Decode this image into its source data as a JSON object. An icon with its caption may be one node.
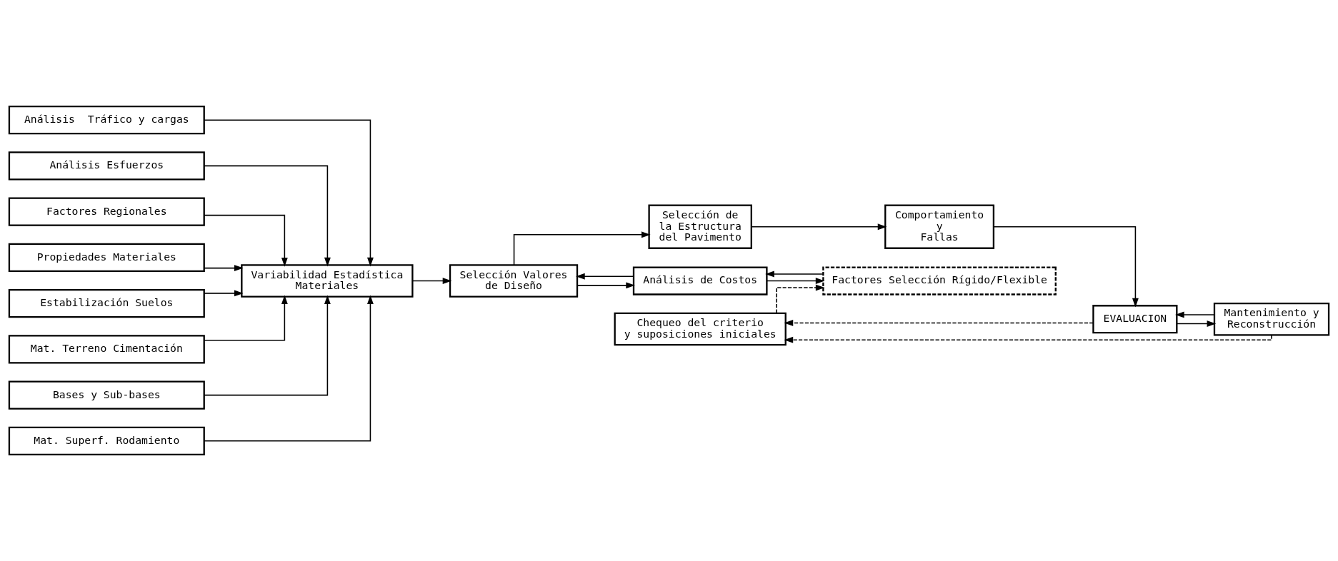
{
  "diagram": {
    "nodes": [
      {
        "text": [
          "Análisis  Tráfico y cargas"
        ]
      },
      {
        "text": [
          "Análisis Esfuerzos"
        ]
      },
      {
        "text": [
          "Factores Regionales"
        ]
      },
      {
        "text": [
          "Propiedades Materiales"
        ]
      },
      {
        "text": [
          "Estabilización Suelos"
        ]
      },
      {
        "text": [
          "Mat. Terreno Cimentación"
        ]
      },
      {
        "text": [
          "Bases y Sub-bases"
        ]
      },
      {
        "text": [
          "Mat. Superf. Rodamiento"
        ]
      },
      {
        "text": [
          "Variabilidad Estadística Materiales"
        ]
      },
      {
        "text": [
          "Selección Valores de Diseño"
        ]
      },
      {
        "text": [
          "Análisis de Costos"
        ]
      },
      {
        "text": [
          "Factores Selección Rígido/Flexible"
        ]
      },
      {
        "text": [
          "Selección de la Estructura del Pavimento"
        ]
      },
      {
        "text": [
          "Comportamiento y Fallas"
        ]
      },
      {
        "text": [
          "EVALUACION"
        ]
      },
      {
        "text": [
          "Mantenimiento y Reconstrucción"
        ]
      },
      {
        "text": [
          "Chequeo del criterio y suposiciones iniciales"
        ]
      }
    ],
    "edges": [
      {
        "from": 0,
        "to": 8,
        "arrow": "to"
      },
      {
        "from": 1,
        "to": 8,
        "arrow": "to"
      },
      {
        "from": 2,
        "to": 8,
        "arrow": "to"
      },
      {
        "from": 3,
        "to": 8,
        "arrow": "to"
      },
      {
        "from": 4,
        "to": 8,
        "arrow": "to"
      },
      {
        "from": 5,
        "to": 8,
        "arrow": "to"
      },
      {
        "from": 6,
        "to": 8,
        "arrow": "to"
      },
      {
        "from": 7,
        "to": 8,
        "arrow": "to"
      },
      {
        "from": 8,
        "to": 9,
        "arrow": "to"
      },
      {
        "from": 9,
        "to": 10,
        "arrow": "to"
      },
      {
        "from": 10,
        "to": 9,
        "arrow": "to"
      },
      {
        "from": 10,
        "to": 11,
        "arrow": "to"
      },
      {
        "from": 11,
        "to": 10,
        "arrow": "to"
      },
      {
        "from": 9,
        "to": 12,
        "arrow": "to"
      },
      {
        "from": 12,
        "to": 13,
        "arrow": "to"
      },
      {
        "from": 13,
        "to": 14,
        "arrow": "to"
      },
      {
        "from": 14,
        "to": 15,
        "arrow": "to"
      },
      {
        "from": 15,
        "to": 14,
        "arrow": "to"
      },
      {
        "from": 14,
        "to": 16,
        "arrow": "to",
        "style": "dashed"
      },
      {
        "from": 15,
        "to": 16,
        "arrow": "to",
        "style": "dashed"
      },
      {
        "from": 16,
        "to": 11,
        "arrow": "to",
        "style": "dashed"
      }
    ]
  }
}
